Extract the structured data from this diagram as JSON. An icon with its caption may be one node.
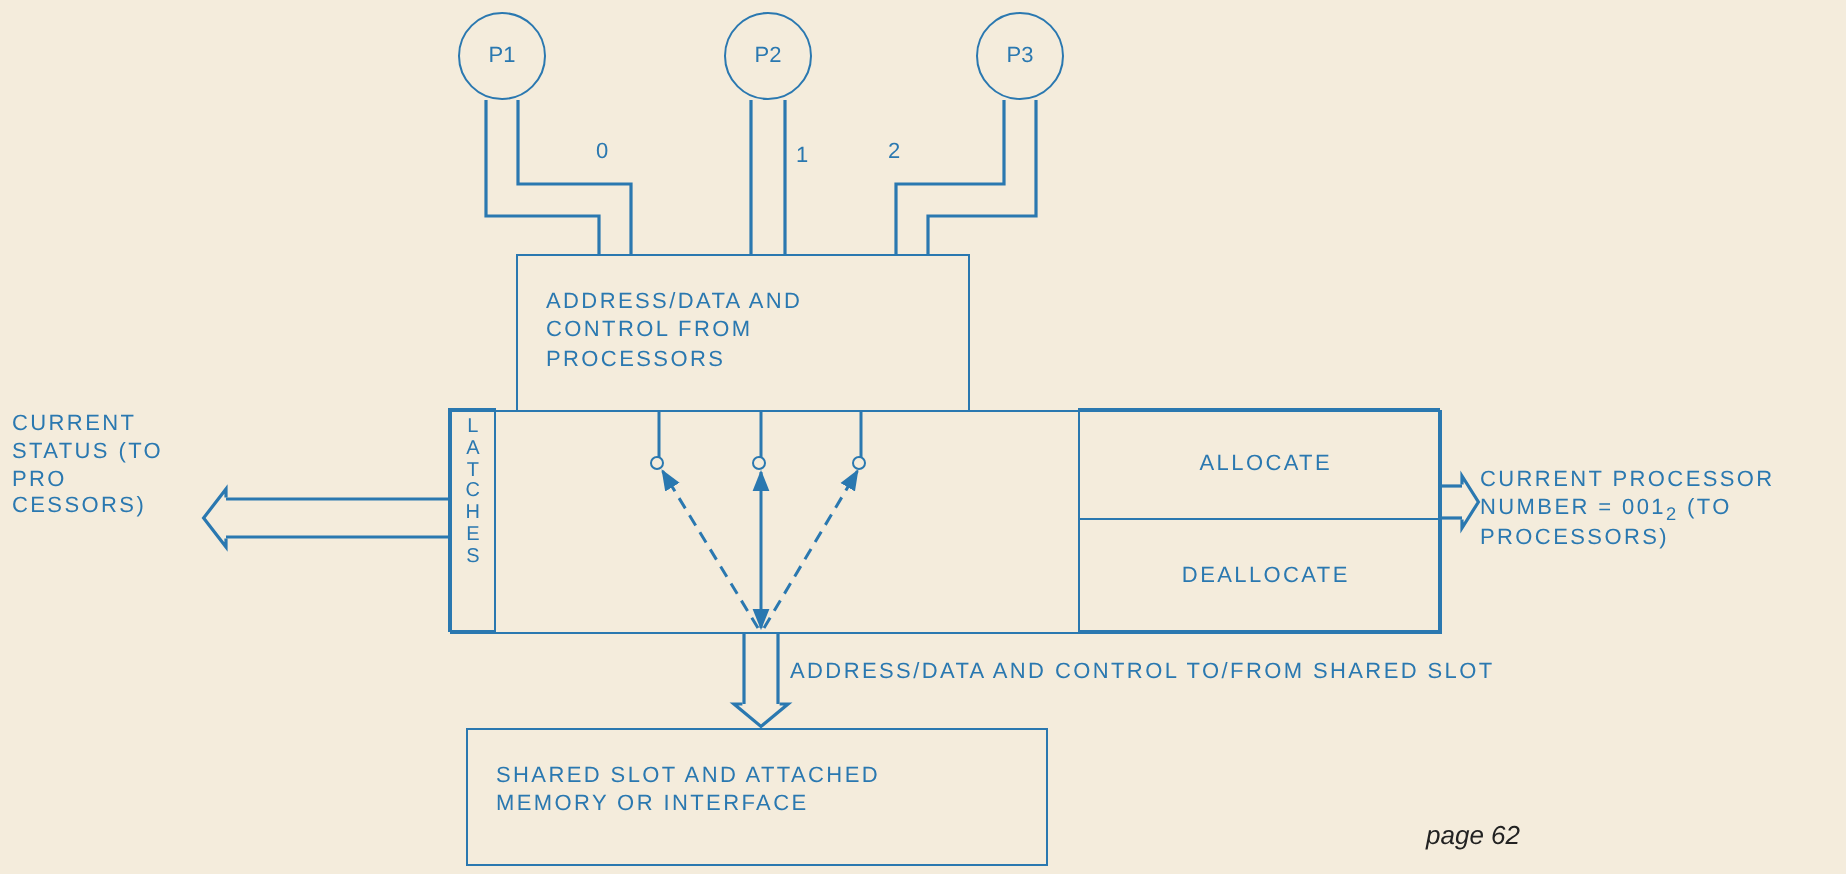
{
  "diagram": {
    "nodes": [
      {
        "text": [
          "P1"
        ]
      },
      {
        "text": [
          "P2"
        ]
      },
      {
        "text": [
          "P3"
        ]
      },
      {
        "text": [
          "ADDRESS/DATA AND CONTROL FROM PROCESSORS"
        ]
      },
      {
        "text": [],
        "shape": "box"
      },
      {
        "text": [
          "LATCHES"
        ],
        "in": 4
      },
      {
        "text": [
          "ALLOCATE"
        ],
        "in": 4
      },
      {
        "text": [
          "DEALLOCATE"
        ],
        "in": 4
      },
      {
        "text": [],
        "shape": "circle",
        "in": 4
      },
      {
        "text": [],
        "shape": "circle",
        "in": 4
      },
      {
        "text": [],
        "shape": "circle",
        "in": 4
      },
      {
        "text": [
          "CURRENT STATUS (TO PRO CESSORS)"
        ]
      },
      {
        "text": [
          "CURRENT PROCESSOR NUMBER = 001$_{2}$ (TO PROCESSORS)"
        ]
      },
      {
        "text": [
          "SHARED SLOT AND ATTACHED MEMORY OR INTERFACE"
        ]
      }
    ],
    "edges": [
      {
        "from": 0,
        "to": 3,
        "arrow": "none",
        "label": "0",
        "style": "thick"
      },
      {
        "from": 1,
        "to": 3,
        "arrow": "none",
        "label": "1",
        "style": "thick"
      },
      {
        "from": 2,
        "to": 3,
        "arrow": "none",
        "label": "2",
        "style": "thick"
      },
      {
        "from": 3,
        "to": 8,
        "arrow": "none"
      },
      {
        "from": 3,
        "to": 9,
        "arrow": "none"
      },
      {
        "from": 3,
        "to": 10,
        "arrow": "none"
      },
      {
        "from": null,
        "to": 8,
        "arrow": "to",
        "style": "dashed"
      },
      {
        "from": null,
        "to": 9,
        "arrow": "both"
      },
      {
        "from": null,
        "to": 10,
        "arrow": "to",
        "style": "dashed"
      },
      {
        "from": 5,
        "to": 11,
        "arrow": "to",
        "style": "thick"
      },
      {
        "from": 4,
        "to": 12,
        "arrow": "to",
        "style": "thick"
      },
      {
        "from": 4,
        "to": 13,
        "arrow": "to",
        "style": "thick",
        "label": "ADDRESS/DATA AND CONTROL TO/FROM SHARED SLOT"
      }
    ],
    "labels": [
      "page 62"
    ]
  }
}
